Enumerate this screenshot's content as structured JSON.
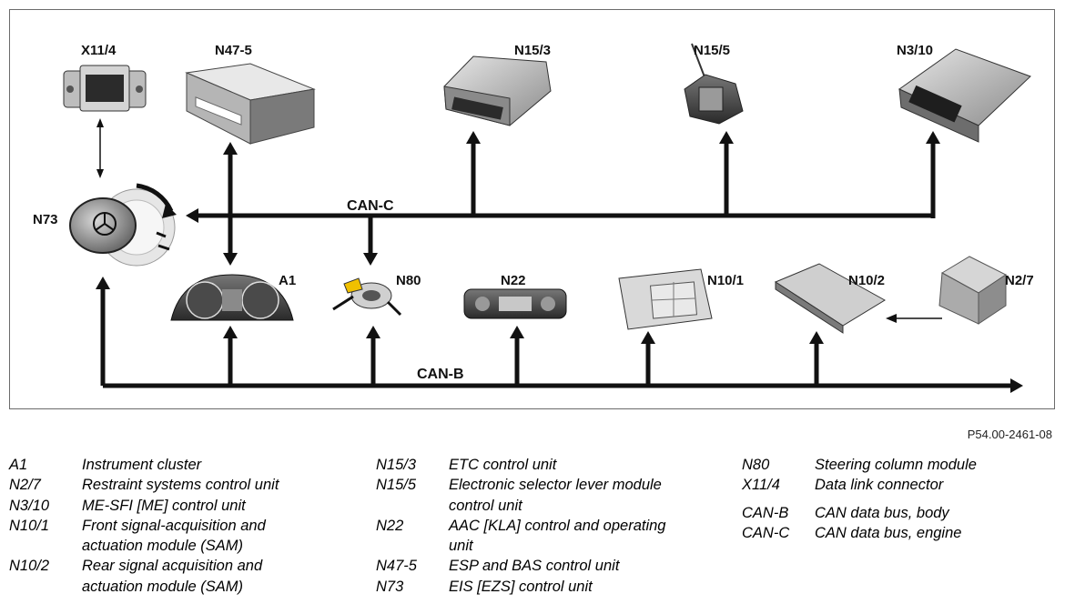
{
  "components": {
    "x11_4": "X11/4",
    "n47_5": "N47-5",
    "n15_3": "N15/3",
    "n15_5": "N15/5",
    "n3_10": "N3/10",
    "n73": "N73",
    "a1": "A1",
    "n80": "N80",
    "n22": "N22",
    "n10_1": "N10/1",
    "n10_2": "N10/2",
    "n2_7": "N2/7"
  },
  "buses": {
    "can_c": "CAN-C",
    "can_b": "CAN-B"
  },
  "figure_ref": "P54.00-2461-08",
  "legend": {
    "col1": [
      {
        "code": "A1",
        "desc": "Instrument cluster"
      },
      {
        "code": "N2/7",
        "desc": "Restraint systems control unit"
      },
      {
        "code": "N3/10",
        "desc": "ME-SFI [ME] control unit"
      },
      {
        "code": "N10/1",
        "desc": "Front signal-acquisition and\nactuation module (SAM)"
      },
      {
        "code": "N10/2",
        "desc": "Rear signal acquisition and\nactuation module (SAM)"
      }
    ],
    "col2": [
      {
        "code": "N15/3",
        "desc": "ETC control unit"
      },
      {
        "code": "N15/5",
        "desc": "Electronic selector lever module\ncontrol unit"
      },
      {
        "code": "N22",
        "desc": "AAC [KLA] control and operating\nunit"
      },
      {
        "code": "N47-5",
        "desc": "ESP and BAS control unit"
      },
      {
        "code": "N73",
        "desc": "EIS [EZS] control unit"
      }
    ],
    "col3": [
      {
        "code": "N80",
        "desc": "Steering column module"
      },
      {
        "code": "X11/4",
        "desc": "Data link connector"
      },
      {
        "code": "CAN-B",
        "desc": "CAN data bus, body"
      },
      {
        "code": "CAN-C",
        "desc": "CAN data bus, engine"
      }
    ]
  }
}
